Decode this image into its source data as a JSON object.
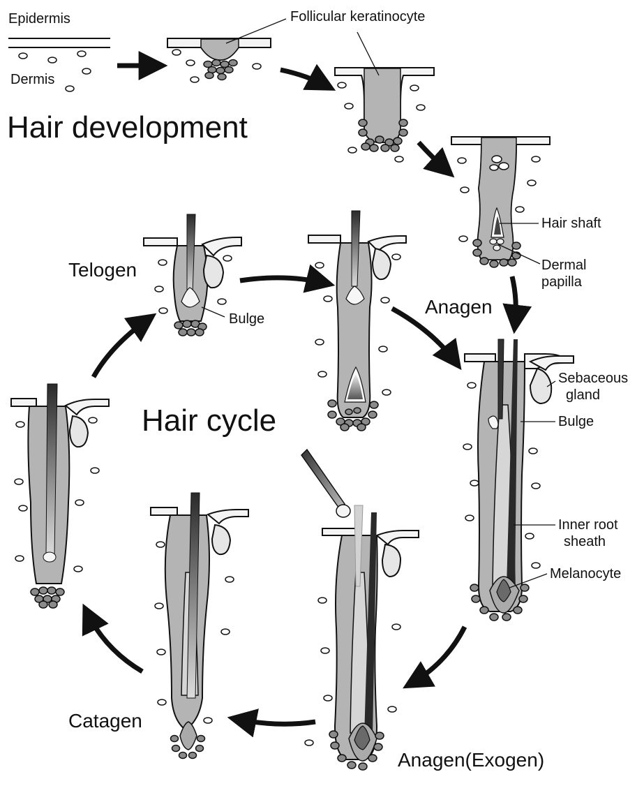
{
  "labels": {
    "epidermis": "Epidermis",
    "dermis": "Dermis",
    "follicular_keratinocyte": "Follicular keratinocyte",
    "hair_development": "Hair development",
    "hair_shaft": "Hair shaft",
    "dermal_papilla_1": "Dermal",
    "dermal_papilla_2": "papilla",
    "anagen": "Anagen",
    "telogen": "Telogen",
    "bulge_telogen": "Bulge",
    "sebaceous_1": "Sebaceous",
    "sebaceous_2": "gland",
    "bulge_anagen": "Bulge",
    "hair_cycle": "Hair cycle",
    "inner_root_1": "Inner root",
    "inner_root_2": "sheath",
    "melanocyte": "Melanocyte",
    "catagen": "Catagen",
    "anagen_exogen": "Anagen(Exogen)"
  },
  "colors": {
    "outline": "#111111",
    "follicle_fill": "#b4b4b4",
    "skin_fill": "#f2f2f2",
    "gland_fill": "#e6e6e6",
    "papilla_cells": "#8a8a8a",
    "hair_shaft": "#3a3a3a"
  }
}
